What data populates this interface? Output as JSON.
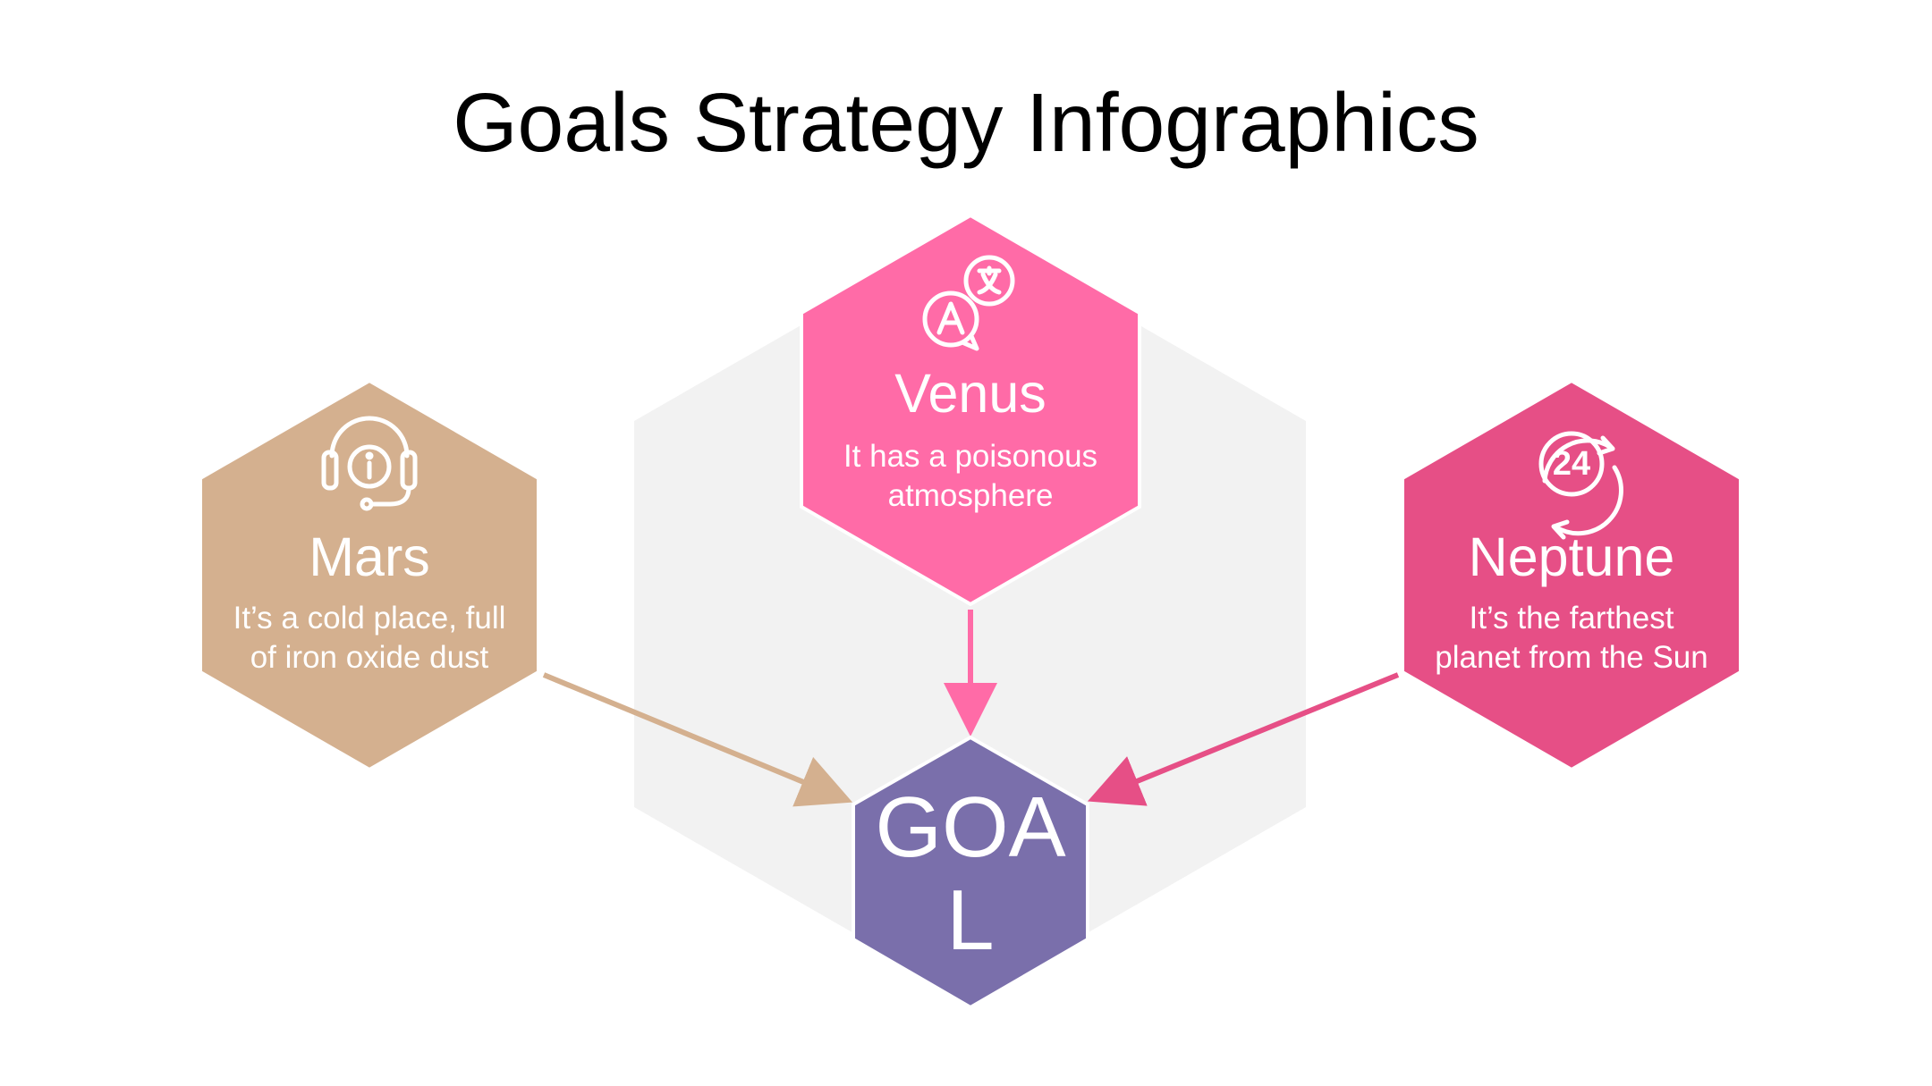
{
  "title": "Goals Strategy Infographics",
  "colors": {
    "background_hex": "#f2f2f2",
    "mars": "#d4b08f",
    "venus": "#ff6ba7",
    "neptune": "#e64f86",
    "goal": "#7a6fab",
    "text_on_shape": "#ffffff"
  },
  "items": [
    {
      "name": "Mars",
      "desc_line1": "It’s a cold place, full",
      "desc_line2": "of iron oxide dust",
      "icon": "headset-info-icon"
    },
    {
      "name": "Venus",
      "desc_line1": "It has a poisonous",
      "desc_line2": "atmosphere",
      "icon": "translate-bubbles-icon"
    },
    {
      "name": "Neptune",
      "desc_line1": "It’s the farthest",
      "desc_line2": "planet from the Sun",
      "icon": "24-hours-icon"
    }
  ],
  "goal": {
    "line1": "GOA",
    "line2": "L"
  }
}
